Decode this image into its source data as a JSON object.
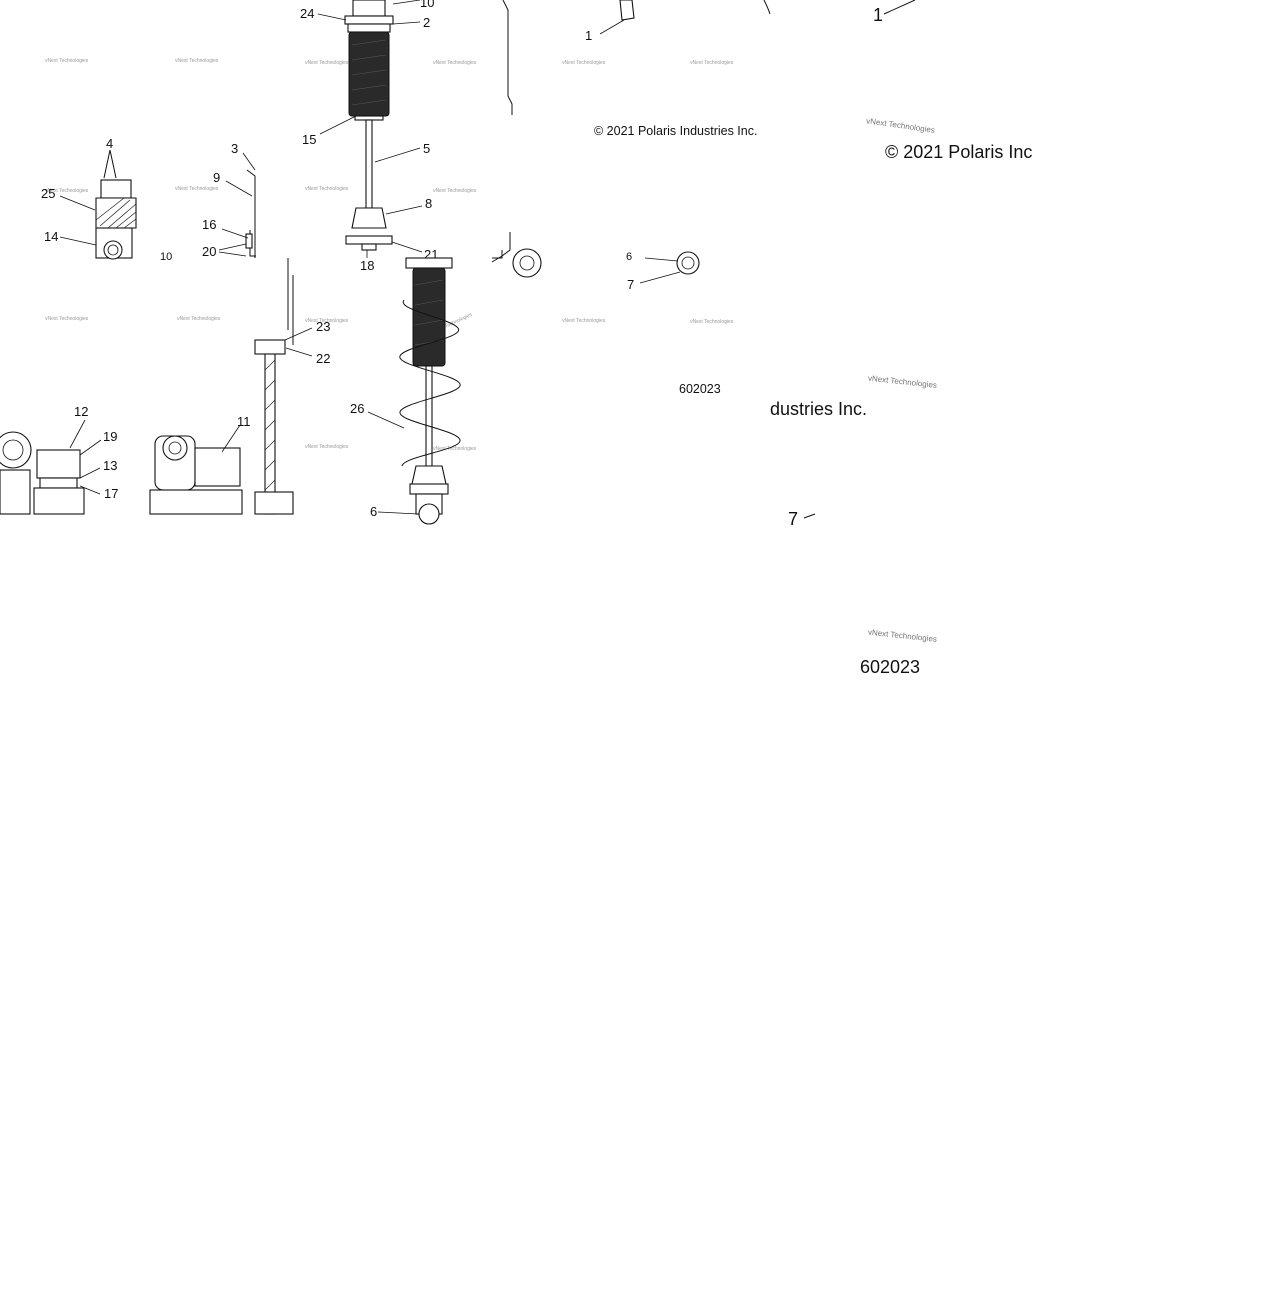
{
  "diagram": {
    "copyright_small": "© 2021 Polaris Industries Inc.",
    "copyright_large_partial": "© 2021 Polaris Inc",
    "copyright_large_tail": "dustries Inc.",
    "drawing_number_small": "602023",
    "drawing_number_large": "602023",
    "watermark": "vNext Technologies",
    "callouts": {
      "c1": "1",
      "c2": "2",
      "c3": "3",
      "c4": "4",
      "c5": "5",
      "c6": "6",
      "c7": "7",
      "c8": "8",
      "c9": "9",
      "c10": "10",
      "c11": "11",
      "c12": "12",
      "c13": "13",
      "c14": "14",
      "c15": "15",
      "c16": "16",
      "c17": "17",
      "c18": "18",
      "c19": "19",
      "c20": "20",
      "c21": "21",
      "c22": "22",
      "c23": "23",
      "c24": "24",
      "c25": "25",
      "c26": "26"
    }
  },
  "colors": {
    "line": "#111111",
    "background": "#ffffff",
    "watermark": "#9a9a9a"
  }
}
